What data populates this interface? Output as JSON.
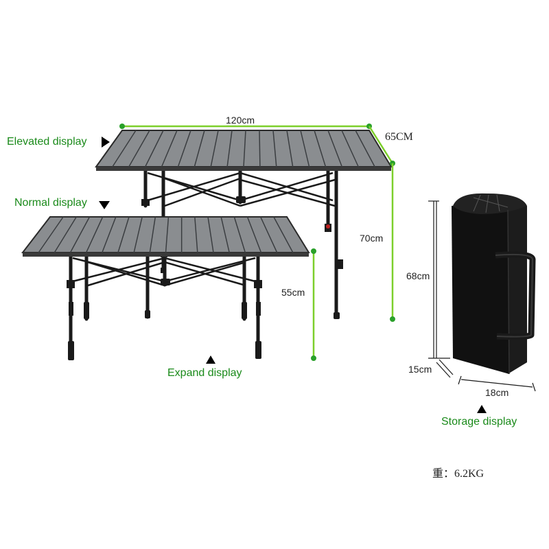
{
  "labels": {
    "elevated": "Elevated display",
    "normal": "Normal display",
    "expand": "Expand display",
    "storage": "Storage display"
  },
  "dimensions": {
    "width": "120cm",
    "depth": "65CM",
    "elevated_height": "70cm",
    "normal_height": "55cm",
    "bag_height": "68cm",
    "bag_depth": "15cm",
    "bag_width": "18cm"
  },
  "weight": "重：6.2KG",
  "colors": {
    "accent_green": "#1a8a1a",
    "measure_line": "#7ccf2a",
    "tabletop": "#8a8d90",
    "frame": "#1a1a1a",
    "bag": "#111111"
  },
  "icons": [
    "arrow-right-icon",
    "arrow-down-icon",
    "arrow-up-icon"
  ]
}
